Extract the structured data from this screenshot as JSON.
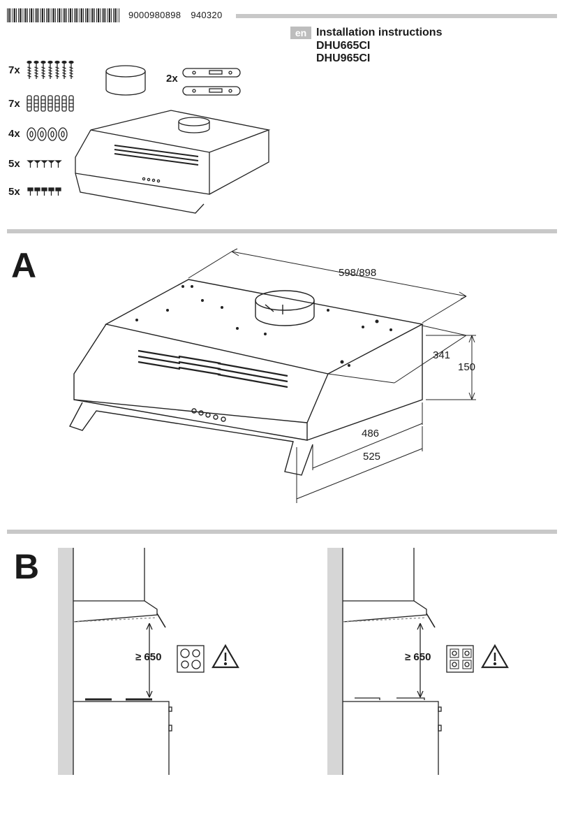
{
  "header": {
    "doc_number": "9000980898",
    "doc_date_code": "940320",
    "language_badge": "en",
    "title": "Installation instructions",
    "models": [
      "DHU665CI",
      "DHU965CI"
    ]
  },
  "accessories": {
    "screws_qty": "7x",
    "plugs_qty": "7x",
    "washers_qty": "4x",
    "small_screws_a_qty": "5x",
    "small_screws_b_qty": "5x",
    "brackets_qty": "2x"
  },
  "section_a": {
    "label": "A",
    "width_dim": "598/898",
    "depth_dim_top": "341",
    "height_dim": "150",
    "depth_dim_inner": "486",
    "depth_dim_outer": "525"
  },
  "section_b": {
    "label": "B",
    "left": {
      "clearance": "≥ 650",
      "hob_icon": "electric-hob-icon"
    },
    "right": {
      "clearance": "≥ 650",
      "hob_icon": "gas-hob-icon"
    },
    "warning_icon": "warning-triangle-icon"
  }
}
